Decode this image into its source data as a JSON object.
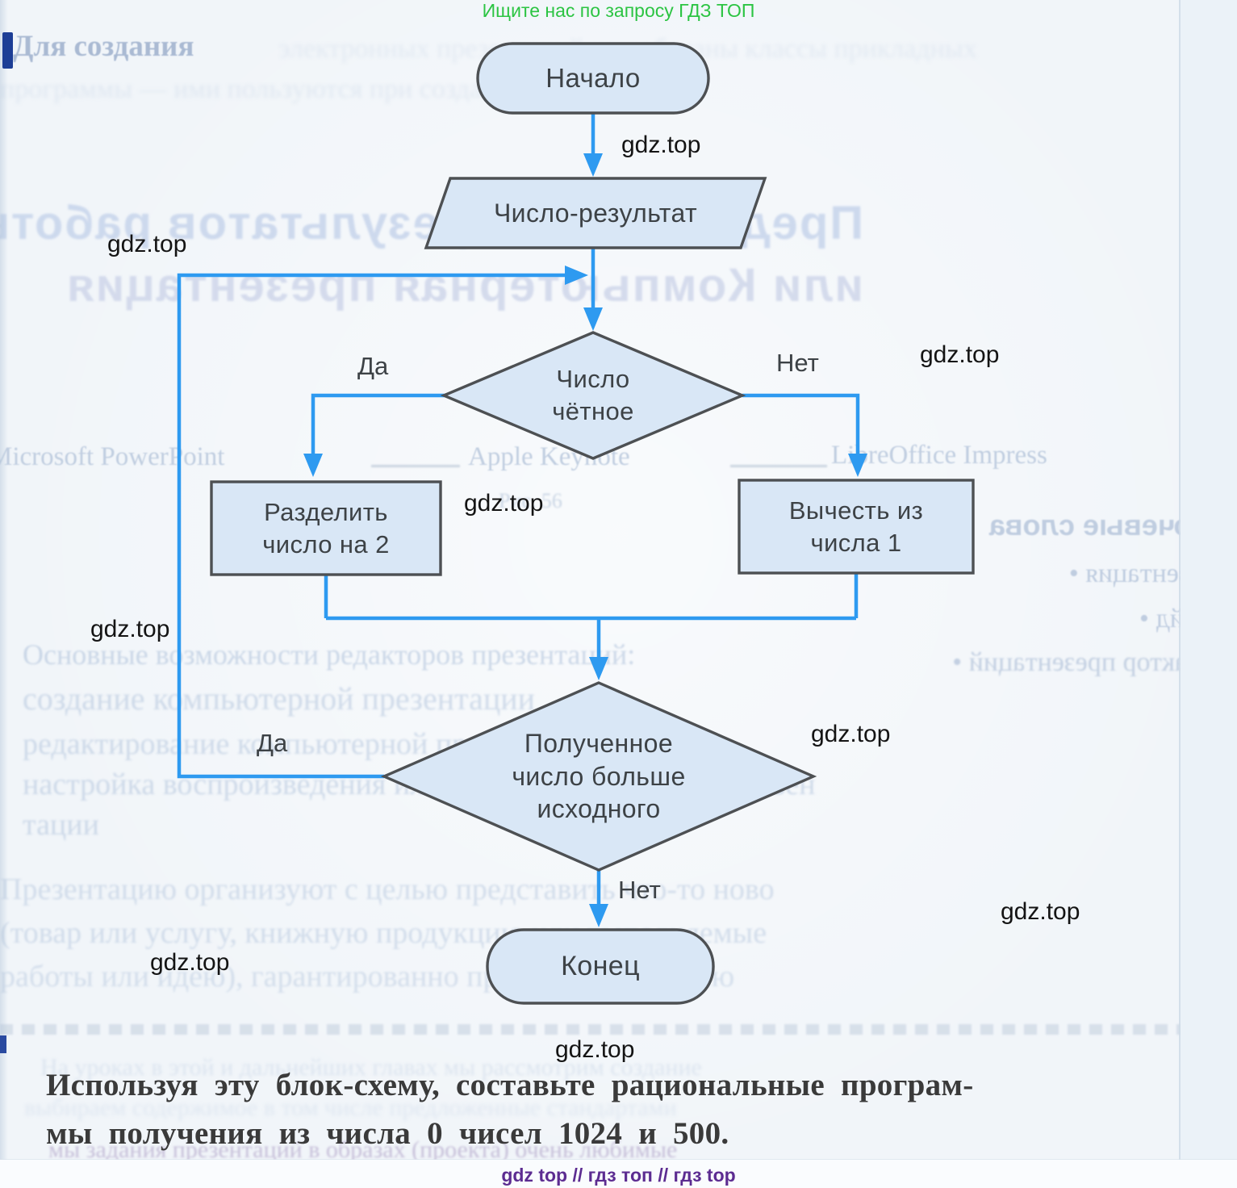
{
  "watermark": "gdz.top",
  "promo": "Ищите нас по запросу ГДЗ ТОП",
  "footer": "gdz top  //  гдз топ  //  гдз top",
  "task": {
    "line1": "Используя эту блок-схему, составьте рациональные програм-",
    "line2": "мы получения из числа 0 чисел 1024 и 500."
  },
  "flowchart": {
    "start": "Начало",
    "io": "Число-результат",
    "decision1": {
      "line1": "Число",
      "line2": "чётное"
    },
    "process_left": {
      "line1": "Разделить",
      "line2": "число на 2"
    },
    "process_right": {
      "line1": "Вычесть из",
      "line2": "числа 1"
    },
    "decision2": {
      "line1": "Полученное",
      "line2": "число больше",
      "line3": "исходного"
    },
    "end": "Конец",
    "labels": {
      "yes1": "Да",
      "no1": "Нет",
      "yes2": "Да",
      "no2": "Нет"
    }
  },
  "colors": {
    "connector_blue": "#2e9af0",
    "shape_fill": "#d9e7f6",
    "shape_border": "#4d5053",
    "promo_green": "#2cc443",
    "footer_purple": "#5c2c91",
    "watermark_black": "#141414",
    "page_bg": "#f1f5f9"
  },
  "ghost": [
    "Для создания",
    "электронных презентаций разработаны классы прикладных",
    "программы — ими пользуются при создании презентаций",
    "Представление результатов работы",
    "или Компьютерная презентация",
    "Microsoft PowerPoint",
    "Apple Keynote",
    "LibreOffice Impress",
    "Рис. 56",
    "Ключевые слова",
    "презентация •",
    "слайд •",
    "редактор презентаций •",
    "Основные возможности редакторов презентаций:",
    "создание компьютерной презентации",
    "редактирование компьютерной презентации",
    "настройка воспроизведения или показ компьютерной презен",
    "тации",
    "Презентацию организуют с целью представить что-то ново",
    "(товар или услугу, книжную продукцию или выполняемые",
    "работы или идею), гарантированно привлечь аудиторию",
    "На уроках в этой и дальнейших главах мы рассмотрим создание",
    "выбираем содержимое в том числе предложенные стандартами",
    "мы задания презентаций в образах (проекта) очень любимые"
  ]
}
